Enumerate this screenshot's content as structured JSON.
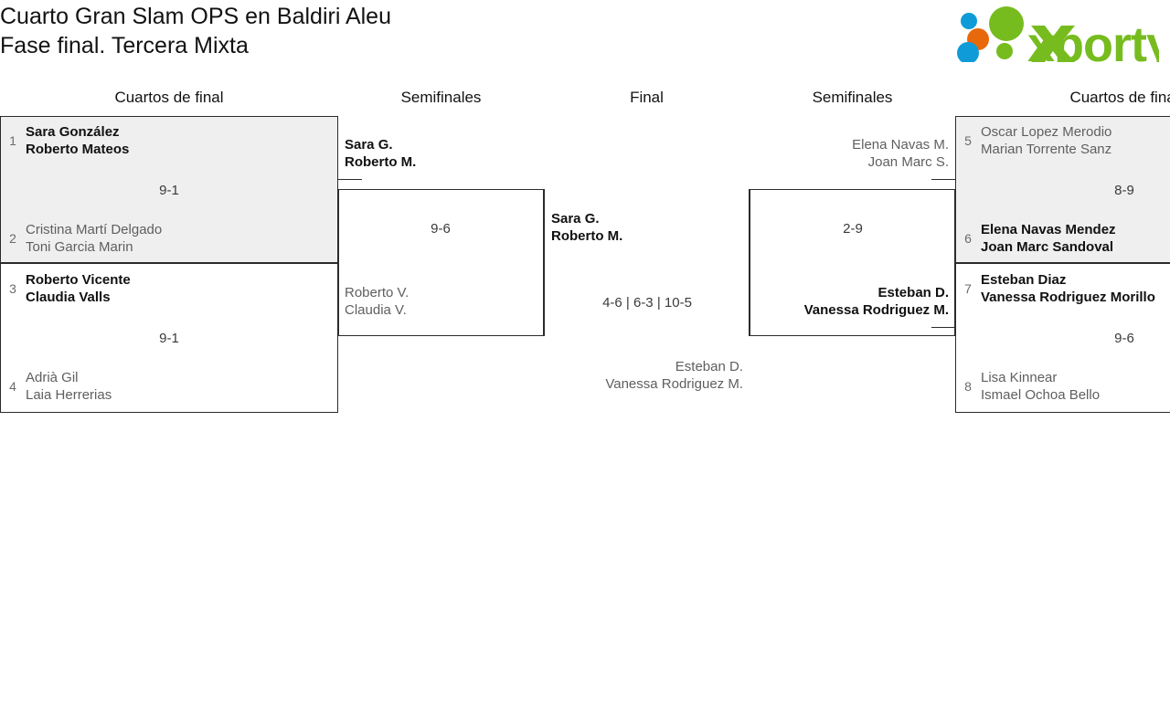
{
  "header": {
    "title": "Cuarto Gran Slam OPS en Baldiri Aleu\nFase final. Tercera Mixta",
    "logo_text": "xporty",
    "logo_colors": {
      "green": "#77bc1f",
      "orange": "#e8690b",
      "blue": "#0f9bd7"
    }
  },
  "rounds": {
    "qf_left": "Cuartos de final",
    "sf_left": "Semifinales",
    "final": "Final",
    "sf_right": "Semifinales",
    "qf_right": "Cuartos de final"
  },
  "bracket": {
    "qf_left": [
      {
        "score": "9-1",
        "top": {
          "seed": "1",
          "names": "Sara González\nRoberto Mateos",
          "result": "winner"
        },
        "bottom": {
          "seed": "2",
          "names": "Cristina Martí Delgado\nToni Garcia Marin",
          "result": "loser"
        }
      },
      {
        "score": "9-1",
        "top": {
          "seed": "3",
          "names": "Roberto Vicente\nClaudia Valls",
          "result": "winner"
        },
        "bottom": {
          "seed": "4",
          "names": "Adrià Gil\nLaia Herrerias",
          "result": "loser"
        }
      }
    ],
    "sf_left": {
      "score": "9-6",
      "top": {
        "names": "Sara G.\nRoberto M.",
        "result": "winner"
      },
      "bottom": {
        "names": "Roberto V.\nClaudia V.",
        "result": "loser"
      }
    },
    "final": {
      "score": "4-6 | 6-3 | 10-5",
      "top": {
        "names": "Sara G.\nRoberto M.",
        "result": "winner"
      },
      "bottom": {
        "names": "Esteban D.\nVanessa Rodriguez M.",
        "result": "loser"
      }
    },
    "sf_right": {
      "score": "2-9",
      "top": {
        "names": "Elena Navas M.\nJoan Marc S.",
        "result": "loser"
      },
      "bottom": {
        "names": "Esteban D.\nVanessa Rodriguez M.",
        "result": "winner"
      }
    },
    "qf_right": [
      {
        "score": "8-9",
        "top": {
          "seed": "5",
          "names": "Oscar Lopez Merodio\nMarian Torrente Sanz",
          "result": "loser"
        },
        "bottom": {
          "seed": "6",
          "names": "Elena Navas Mendez\nJoan Marc Sandoval",
          "result": "winner"
        }
      },
      {
        "score": "9-6",
        "top": {
          "seed": "7",
          "names": "Esteban Diaz\nVanessa Rodriguez Morillo",
          "result": "winner"
        },
        "bottom": {
          "seed": "8",
          "names": "Lisa Kinnear\nIsmael Ochoa Bello",
          "result": "loser"
        }
      }
    ]
  }
}
